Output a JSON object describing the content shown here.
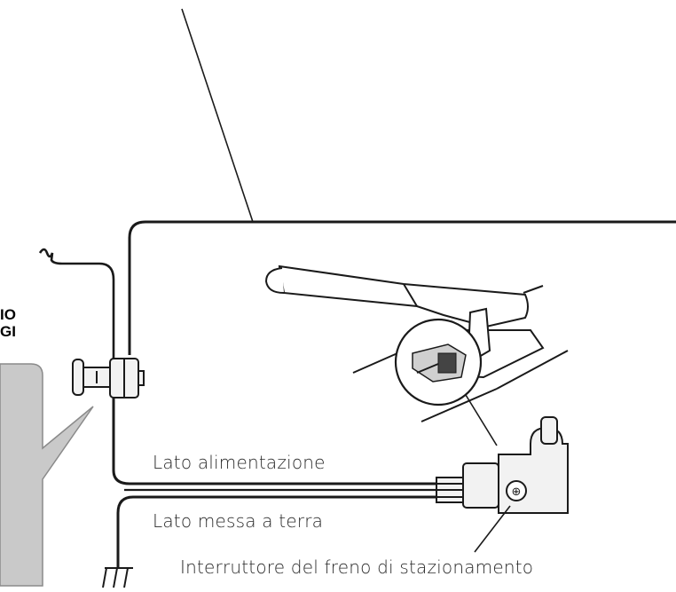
{
  "labels": {
    "cut_line_1": "IO",
    "cut_line_2": "GI",
    "power_side": "Lato alimentazione",
    "ground_side": "Lato messa a terra",
    "switch": "Interruttore del freno di stazionamento"
  },
  "colors": {
    "stroke": "#1a1a1a",
    "callout_fill": "#c9c9c9",
    "callout_stroke": "#8a8a8a",
    "part_fill": "#f2f2f2"
  }
}
